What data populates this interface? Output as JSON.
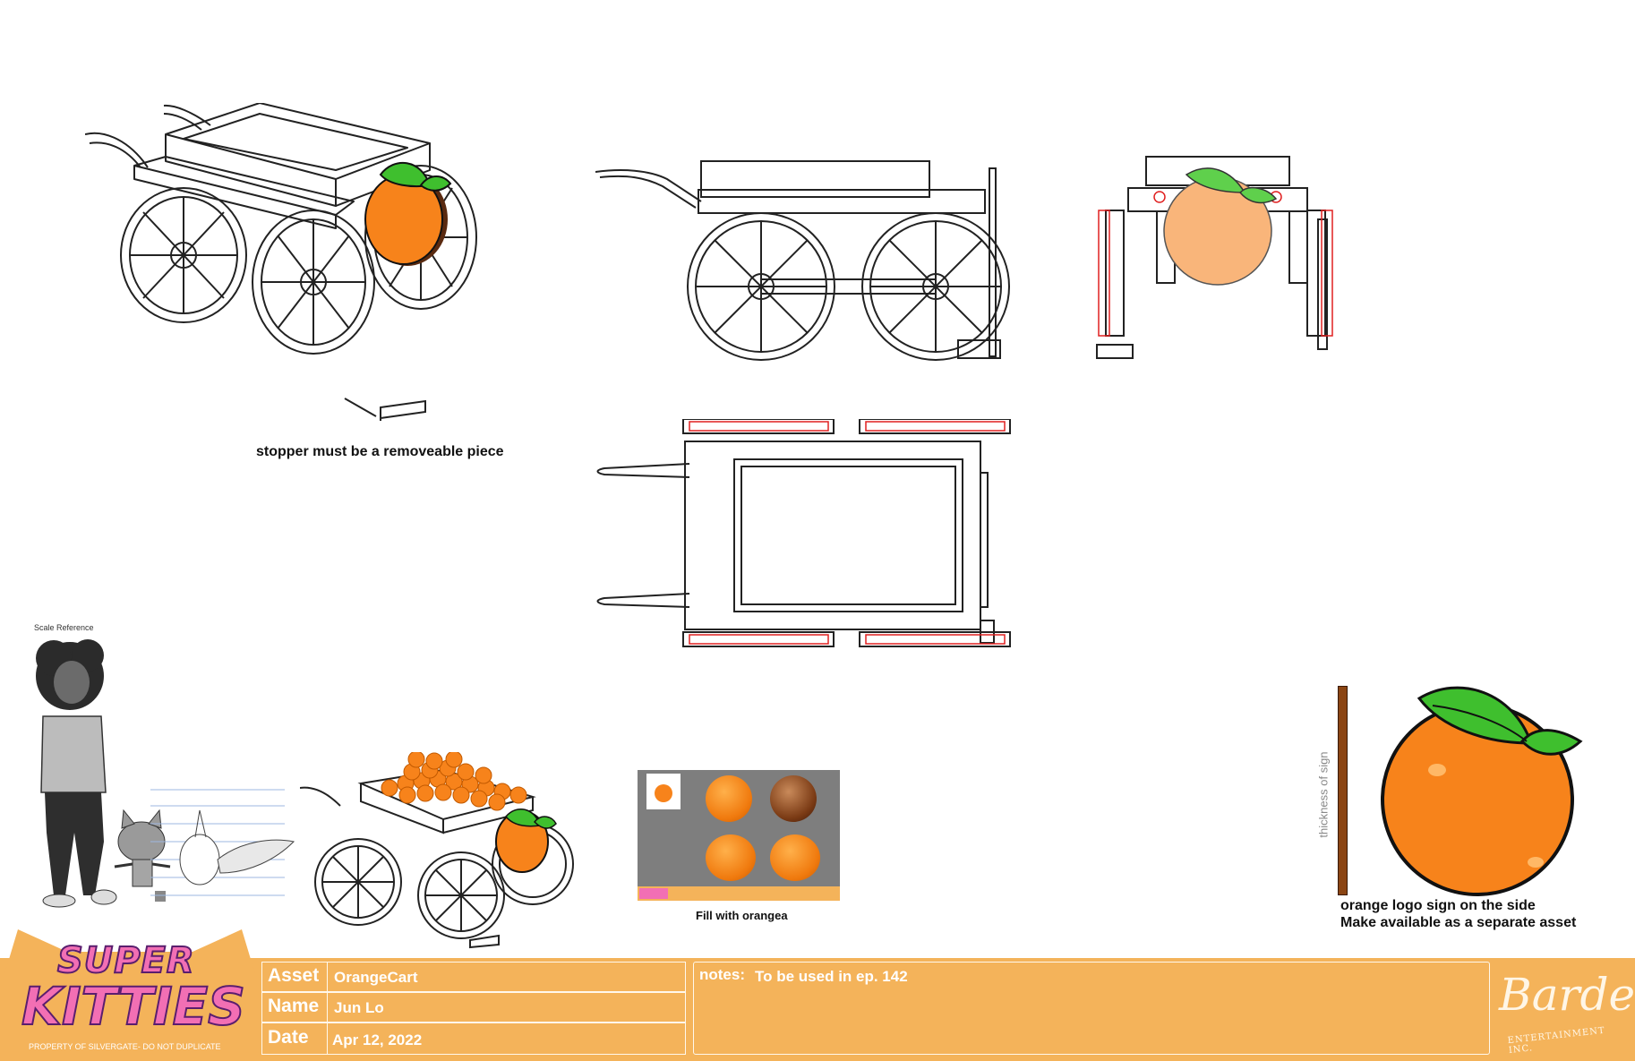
{
  "annotations": {
    "stopper": "stopper must be a removeable piece",
    "scale_reference": "Scale Reference",
    "fill": "Fill with orangea",
    "thickness": "thickness of sign",
    "sign_line1": "orange logo  sign on the side",
    "sign_line2": "Make available as a separate asset"
  },
  "footer": {
    "logo_line1": "SUPER",
    "logo_line2": "KITTIES",
    "property_note": "PROPERTY OF SILVERGATE- DO NOT DUPLICATE",
    "asset_label": "Asset",
    "asset_value": "OrangeCart",
    "name_label": "Name",
    "name_value": "Jun Lo",
    "date_label": "Date",
    "date_value": "Apr 12, 2022",
    "notes_label": "notes:",
    "notes_value": "To be used in ep. 142",
    "studio_logo": "Bardel",
    "studio_sub": "ENTERTAINMENT INC."
  },
  "icons": [
    "orange-icon",
    "leaf-icon",
    "wheel-icon",
    "cart-icon",
    "girl-figure",
    "cat-figure",
    "bird-figure"
  ],
  "colors": {
    "orange": "#f7831b",
    "leaf": "#3fbf2e",
    "footer": "#f4b35a",
    "logo_pink": "#f26fb4",
    "sign_brown": "#8b4513",
    "redline": "#e02020"
  }
}
